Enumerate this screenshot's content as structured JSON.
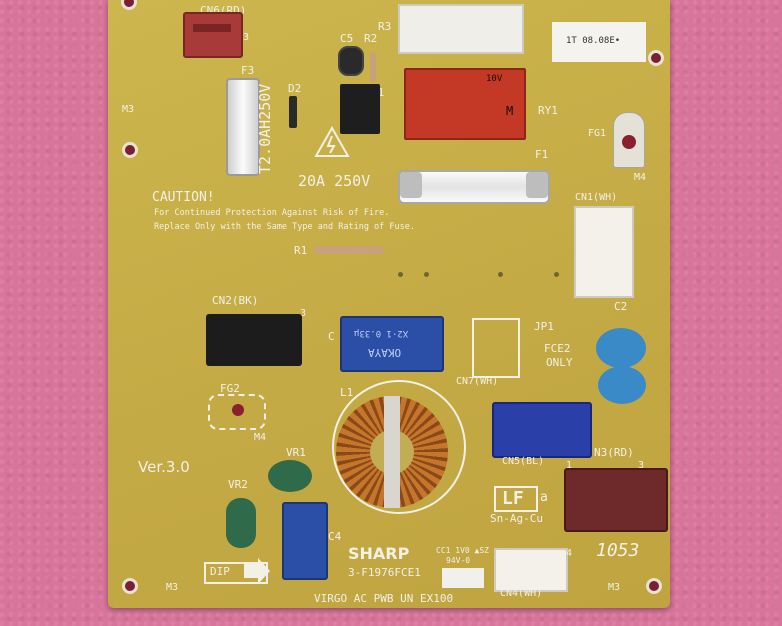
{
  "board": {
    "labels": {
      "cn6": "CN6(RD)",
      "cn6_pin": "3",
      "f3": "F3",
      "fuse_rating_small": "T2.0AH250V",
      "d2": "D2",
      "c5": "C5",
      "r2": "R2",
      "r3": "R3",
      "q1": "Q1",
      "ry1": "RY1",
      "fg1": "FG1",
      "m4_top": "M4",
      "m3_left": "M3",
      "f1": "F1",
      "fuse_rating_big": "20A 250V",
      "caution_title": "CAUTION!",
      "caution_line1": "For Continued Protection Against Risk of Fire.",
      "caution_line2": "Replace Only with the Same Type and Rating of Fuse.",
      "r1": "R1",
      "cn1": "CN1(WH)",
      "cn2": "CN2(BK)",
      "cn2_pin": "3",
      "c_cap": "C",
      "jp1": "JP1",
      "fce2": "FCE2",
      "only": "ONLY",
      "cn7": "CN7(WH)",
      "c2": "C2",
      "fg2": "FG2",
      "m4_bottom": "M4",
      "l1": "L1",
      "cn5": "CN5(BL)",
      "cn3": "N3(RD)",
      "cn3_pin1": "1",
      "cn3_pin3": "3",
      "ver": "Ver.3.0",
      "vr1": "VR1",
      "vr2": "VR2",
      "c4": "C4",
      "lf": "LF",
      "lf_a": "a",
      "solder": "Sn-Ag-Cu",
      "brand": "SHARP",
      "part_no": "3-F1976FCE1",
      "ul_mark": "CC1 1V0 ▲SZ",
      "ul_mark2": "94V-0",
      "date_code": "1053",
      "dip": "DIP",
      "m3_bottom_left": "M3",
      "m3_bottom_right": "M3",
      "cn4": "CN4(WH)",
      "cn4_pin": "4",
      "pwb_name": "VIRGO AC PWB UN EX100",
      "sticker": "1T 08.08E•",
      "relay_code": "10V",
      "relay_brand": "M",
      "blue_cap_text1": "X2·1 0.33µ",
      "blue_cap_text2": "OKAYA"
    },
    "colors": {
      "board": "#c8b048",
      "silk": "#f3f0e6",
      "background": "#d9749b",
      "cn5_blue": "#2a3fa8",
      "cn3_red": "#6e2a2a",
      "ferrite": "#c5752c"
    }
  }
}
